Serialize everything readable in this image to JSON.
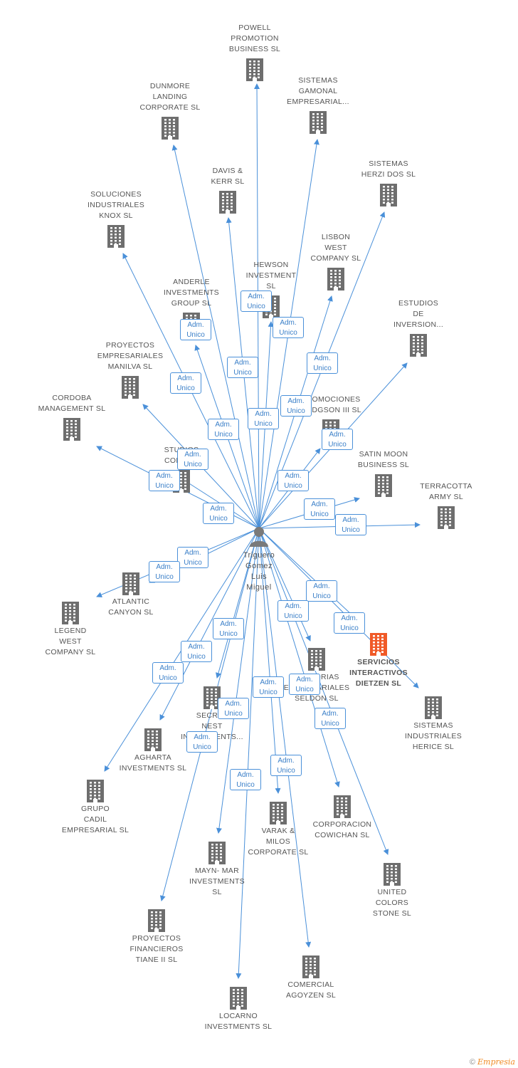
{
  "colors": {
    "edge": "#4a90d9",
    "building": "#6e6e6e",
    "focus_building": "#f05a28"
  },
  "person": {
    "name_lines": [
      "Triguero",
      "Gomez",
      "Luis Miguel"
    ],
    "icon": "person-icon"
  },
  "badge": {
    "line1": "Adm.",
    "line2": "Unico"
  },
  "companies": [
    {
      "id": "powell",
      "label": "POWELL\nPROMOTION\nBUSINESS  SL"
    },
    {
      "id": "dunmore",
      "label": "DUNMORE\nLANDING\nCORPORATE SL"
    },
    {
      "id": "sistemas-gamonal",
      "label": "SISTEMAS\nGAMONAL\nEMPRESARIAL..."
    },
    {
      "id": "davis-kerr",
      "label": "DAVIS &\nKERR SL"
    },
    {
      "id": "sistemas-herzi",
      "label": "SISTEMAS\nHERZI DOS SL"
    },
    {
      "id": "soluciones-knox",
      "label": "SOLUCIONES\nINDUSTRIALES\nKNOX SL"
    },
    {
      "id": "lisbon-west",
      "label": "LISBON\nWEST\nCOMPANY  SL"
    },
    {
      "id": "hewson",
      "label": "HEWSON\nINVESTMENT\nSL"
    },
    {
      "id": "anderle",
      "label": "ANDERLE\nINVESTMENTS\nGROUP SL"
    },
    {
      "id": "estudios-inversion",
      "label": "ESTUDIOS\nDE\nINVERSION..."
    },
    {
      "id": "proyectos-manilva",
      "label": "PROYECTOS\nEMPRESARIALES\nMANILVA SL"
    },
    {
      "id": "cordoba",
      "label": "CORDOBA\nMANAGEMENT SL"
    },
    {
      "id": "promociones-hodgson",
      "label": "PROMOCIONES\nHODGSON III SL"
    },
    {
      "id": "studios-corona",
      "label": "STUDIOS\nCORONA"
    },
    {
      "id": "satin-moon",
      "label": "SATIN MOON\nBUSINESS SL"
    },
    {
      "id": "terracotta",
      "label": "TERRACOTTA\nARMY  SL"
    },
    {
      "id": "atlantic-canyon",
      "label": "ATLANTIC\nCANYON SL"
    },
    {
      "id": "legend-west",
      "label": "LEGEND\nWEST\nCOMPANY SL"
    },
    {
      "id": "servicios-dietzen",
      "label": "SERVICIOS\nINTERACTIVOS\nDIETZEN  SL"
    },
    {
      "id": "asesorias-seldon",
      "label": "ASESORIAS\nEMPRESARIALES\nSELDON SL"
    },
    {
      "id": "sistemas-herice",
      "label": "SISTEMAS\nINDUSTRIALES\nHERICE  SL"
    },
    {
      "id": "secret-nest",
      "label": "SECRET\nNEST\nINVESTMENTS..."
    },
    {
      "id": "agharta",
      "label": "AGHARTA\nINVESTMENTS SL"
    },
    {
      "id": "grupo-cadil",
      "label": "GRUPO\nCADIL\nEMPRESARIAL SL"
    },
    {
      "id": "corporacion-cowichan",
      "label": "CORPORACION\nCOWICHAN SL"
    },
    {
      "id": "varak-milos",
      "label": "VARAK &\nMILOS\nCORPORATE SL"
    },
    {
      "id": "mayn-mar",
      "label": "MAYN- MAR\nINVESTMENTS\nSL"
    },
    {
      "id": "united-colors",
      "label": "UNITED\nCOLORS\nSTONE SL"
    },
    {
      "id": "proyectos-tiane",
      "label": "PROYECTOS\nFINANCIEROS\nTIANE II  SL"
    },
    {
      "id": "comercial-agoyzen",
      "label": "COMERCIAL\nAGOYZEN SL"
    },
    {
      "id": "locarno",
      "label": "LOCARNO\nINVESTMENTS SL"
    }
  ],
  "footer": {
    "copyright": "©",
    "brand": "Empresia"
  }
}
